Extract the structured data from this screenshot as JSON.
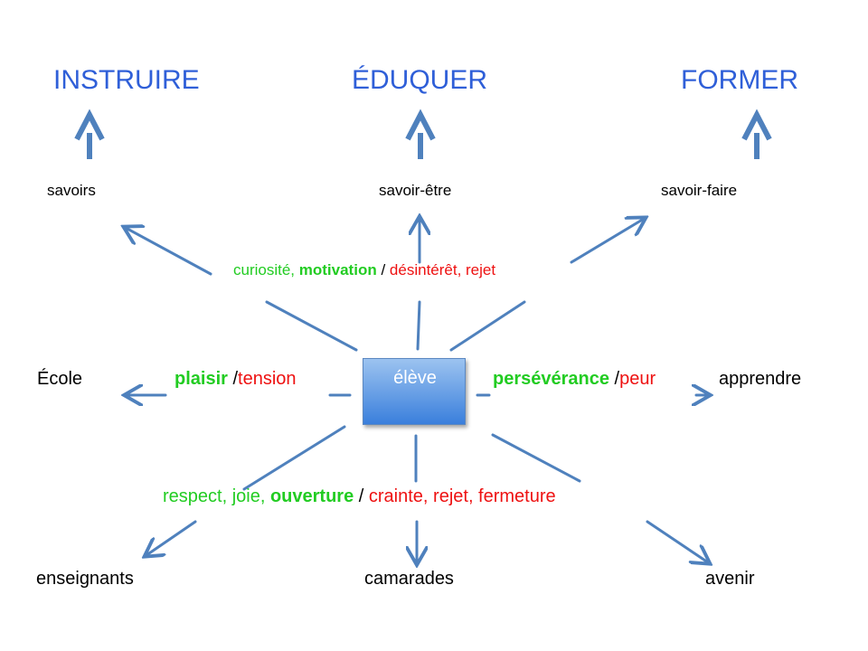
{
  "colors": {
    "title": "#2f5fd8",
    "arrow": "#4f81bd",
    "positive": "#22cc22",
    "negative": "#ee1111"
  },
  "titles": {
    "instruire": "INSTRUIRE",
    "eduquer": "ÉDUQUER",
    "former": "FORMER"
  },
  "knowledge": {
    "savoirs": "savoirs",
    "savoir_etre": "savoir-être",
    "savoir_faire": "savoir-faire"
  },
  "center": {
    "label": "élève"
  },
  "top_feelings": {
    "p1": "curiosité,",
    "p2": "motivation",
    "sep": "/",
    "n1": "désintérêt, rejet"
  },
  "left": {
    "target": "École",
    "positive": "plaisir",
    "sep": "/",
    "negative": "tension"
  },
  "right": {
    "positive": "persévérance",
    "sep": "/",
    "negative": "peur",
    "target": "apprendre"
  },
  "bottom_feelings": {
    "p1": "respect, joie,",
    "p2": "ouverture",
    "sep": "/",
    "n1": "crainte, rejet, fermeture"
  },
  "bottom_targets": {
    "enseignants": "enseignants",
    "camarades": "camarades",
    "avenir": "avenir"
  }
}
